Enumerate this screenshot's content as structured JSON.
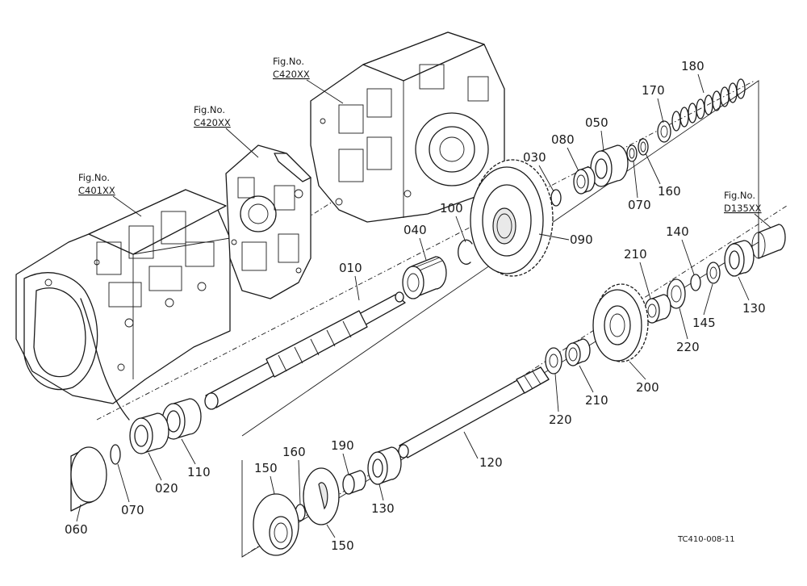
{
  "figure_refs": [
    {
      "id": "ref-c420-top",
      "line1": "Fig.No.",
      "line2": "C420XX"
    },
    {
      "id": "ref-c420-mid",
      "line1": "Fig.No.",
      "line2": "C420XX"
    },
    {
      "id": "ref-c401",
      "line1": "Fig.No.",
      "line2": "C401XX"
    },
    {
      "id": "ref-d135",
      "line1": "Fig.No.",
      "line2": "D135XX"
    }
  ],
  "part_labels": [
    "180",
    "170",
    "050",
    "080",
    "030",
    "160",
    "070",
    "100",
    "040",
    "090",
    "010",
    "210",
    "140",
    "145",
    "130",
    "220",
    "200",
    "210",
    "220",
    "190",
    "120",
    "150",
    "160",
    "130",
    "150",
    "110",
    "020",
    "070",
    "060"
  ],
  "drawing_code": "TC410-008-11"
}
